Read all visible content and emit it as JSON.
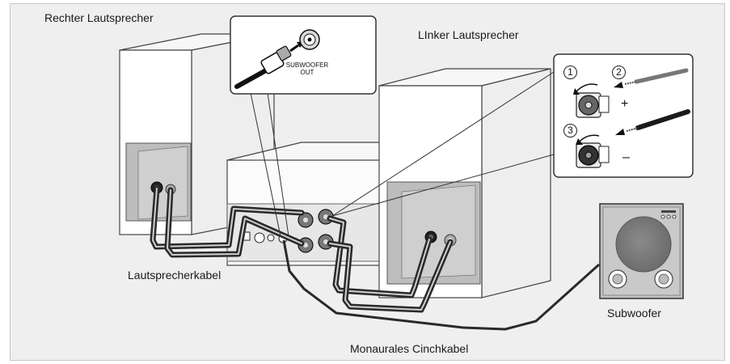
{
  "labels": {
    "right_speaker": "Rechter Lautsprecher",
    "left_speaker": "LInker Lautsprecher",
    "speaker_cable": "Lautsprecherkabel",
    "subwoofer": "Subwoofer",
    "mono_cinch_cable": "Monaurales Cinchkabel",
    "subwoofer_out_line1": "SUBWOOFER",
    "subwoofer_out_line2": "OUT"
  },
  "steps": {
    "step1": "①",
    "step2": "②",
    "step3": "③"
  },
  "polarity": {
    "plus": "+",
    "minus": "–"
  },
  "colors": {
    "background": "#efefef",
    "speaker_face": "#ffffff",
    "speaker_side": "#f3f3f3",
    "panel_grey": "#bdbdbd",
    "cable": "#2a2a2a",
    "subwoofer_cone": "#7a7a7a"
  }
}
